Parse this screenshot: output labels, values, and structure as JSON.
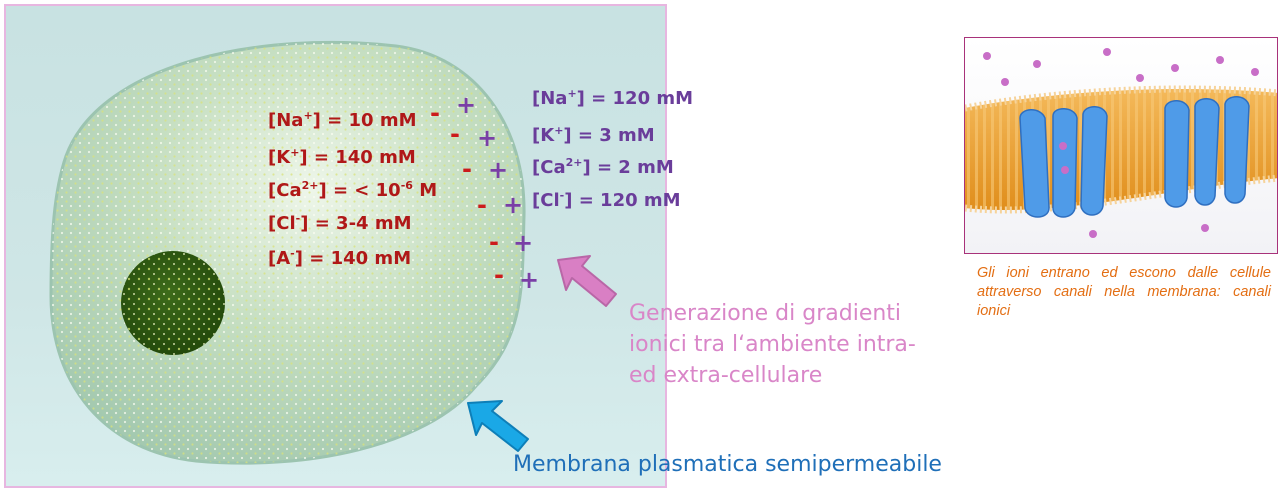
{
  "intracellular": [
    {
      "ion": "Na",
      "charge": "+",
      "value": "] = 10 mM"
    },
    {
      "ion": "K",
      "charge": "+",
      "value": "] = 140 mM"
    },
    {
      "ion": "Ca",
      "charge": "2+",
      "value": "] = < 10",
      "exp": "-6",
      "unit": " M"
    },
    {
      "ion": "Cl",
      "charge": "-",
      "value": "] = 3-4 mM"
    },
    {
      "ion": "A",
      "charge": "-",
      "value": "] = 140 mM"
    }
  ],
  "extracellular": [
    {
      "ion": "Na",
      "charge": "+",
      "value": "] = 120 mM"
    },
    {
      "ion": "K",
      "charge": "+",
      "value": "] = 3 mM"
    },
    {
      "ion": "Ca",
      "charge": "2+",
      "value": "] = 2 mM"
    },
    {
      "ion": "Cl",
      "charge": "-",
      "value": "] = 120 mM"
    }
  ],
  "signs": {
    "minus": "-",
    "plus": "+"
  },
  "captions": {
    "gradient": "Generazione di gradienti ionici tra l‘ambiente intra-ed extra-cellulare",
    "membrane": "Membrana plasmatica semipermeabile",
    "channels": "Gli ioni entrano ed escono dalle cellule attraverso canali nella membrana: canali ionici"
  },
  "colors": {
    "intra_text": "#b01818",
    "extra_text": "#6a3d9a",
    "pink_arrow": "#d97fc4",
    "blue_arrow": "#1aa8e6",
    "membrane_caption": "#1f6fb8",
    "photo_caption": "#e36e13"
  }
}
